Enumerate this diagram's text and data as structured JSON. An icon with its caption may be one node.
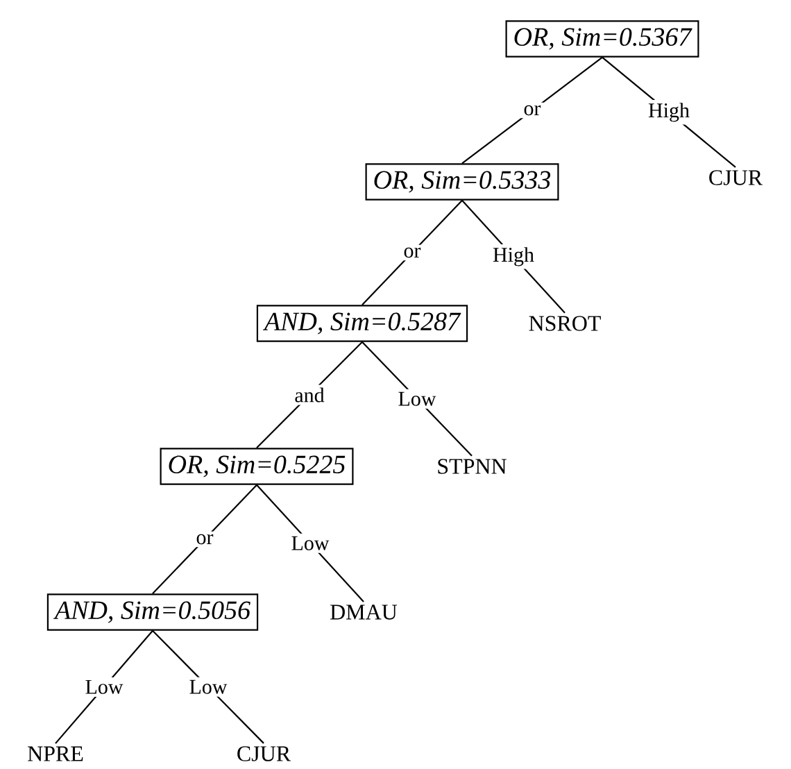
{
  "diagram": {
    "nodes": [
      {
        "text": [
          "OR, Sim=0.5367"
        ]
      },
      {
        "text": [
          "OR, Sim=0.5333"
        ]
      },
      {
        "text": [
          "CJUR"
        ]
      },
      {
        "text": [
          "AND, Sim=0.5287"
        ]
      },
      {
        "text": [
          "NSROT"
        ]
      },
      {
        "text": [
          "OR, Sim=0.5225"
        ]
      },
      {
        "text": [
          "STPNN"
        ]
      },
      {
        "text": [
          "AND, Sim=0.5056"
        ]
      },
      {
        "text": [
          "DMAU"
        ]
      },
      {
        "text": [
          "NPRE"
        ]
      },
      {
        "text": [
          "CJUR"
        ]
      }
    ],
    "edges": [
      {
        "from": 0,
        "to": 1,
        "arrow": "none",
        "label": "or"
      },
      {
        "from": 0,
        "to": 2,
        "arrow": "none",
        "label": "High"
      },
      {
        "from": 1,
        "to": 3,
        "arrow": "none",
        "label": "or"
      },
      {
        "from": 1,
        "to": 4,
        "arrow": "none",
        "label": "High"
      },
      {
        "from": 3,
        "to": 5,
        "arrow": "none",
        "label": "and"
      },
      {
        "from": 3,
        "to": 6,
        "arrow": "none",
        "label": "Low"
      },
      {
        "from": 5,
        "to": 7,
        "arrow": "none",
        "label": "or"
      },
      {
        "from": 5,
        "to": 8,
        "arrow": "none",
        "label": "Low"
      },
      {
        "from": 7,
        "to": 9,
        "arrow": "none",
        "label": "Low"
      },
      {
        "from": 7,
        "to": 10,
        "arrow": "none",
        "label": "Low"
      }
    ]
  }
}
